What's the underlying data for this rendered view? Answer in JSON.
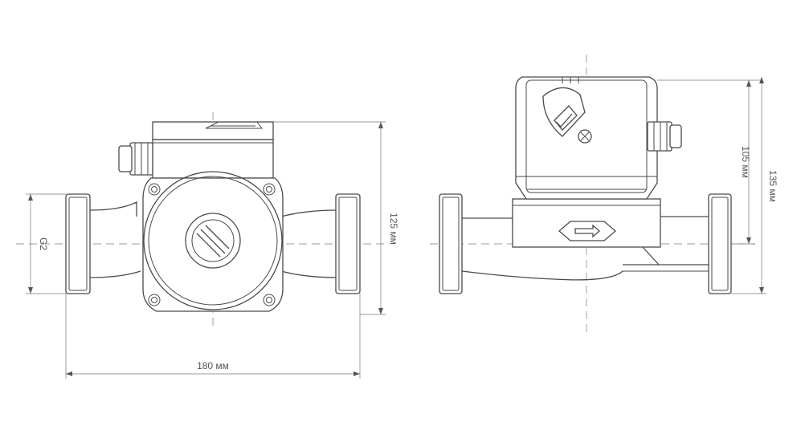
{
  "dimensions": {
    "length_label": "180 мм",
    "height_label": "125 мм",
    "thread_label": "G2",
    "motor_height_label": "105 мм",
    "total_height_label": "135 мм"
  }
}
